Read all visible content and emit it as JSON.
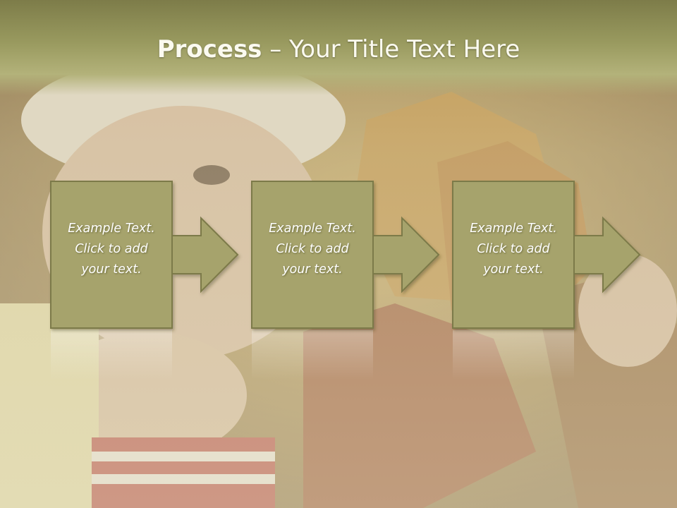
{
  "title": {
    "bold": "Process",
    "rest": " – Your Title Text Here"
  },
  "steps": [
    {
      "lines": [
        "Example Text.",
        "Click  to add",
        "your text."
      ]
    },
    {
      "lines": [
        "Example Text.",
        "Click  to add",
        "your text."
      ]
    },
    {
      "lines": [
        "Example Text.",
        "Click  to add",
        "your text."
      ]
    }
  ],
  "colors": {
    "title_band": "#8f8f55",
    "box_fill": "#a6a36c",
    "box_stroke": "#7c7a4a",
    "text": "#ffffff"
  }
}
